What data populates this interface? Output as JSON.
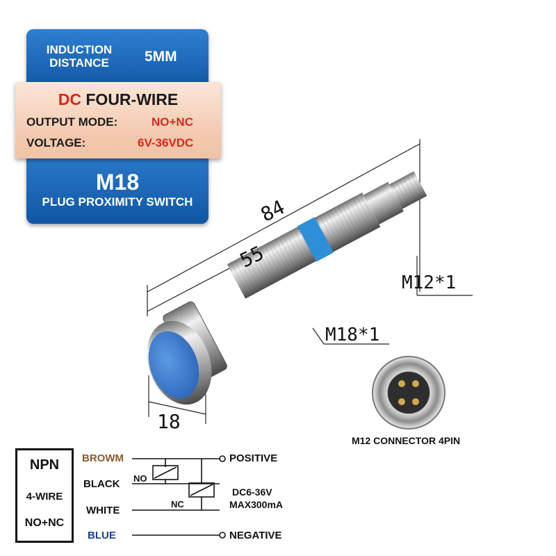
{
  "spec_panel": {
    "induction_label": "INDUCTION DISTANCE",
    "induction_value": "5MM",
    "title_dc": "DC",
    "title_rest": "FOUR-WIRE",
    "output_mode_label": "OUTPUT MODE:",
    "output_mode_value": "NO+NC",
    "voltage_label": "VOLTAGE:",
    "voltage_value": "6V-36VDC",
    "model": "M18",
    "product_name": "PLUG PROXIMITY SWITCH"
  },
  "dimensions": {
    "total_length": "84",
    "body_length": "55",
    "diameter": "18",
    "plug_thread": "M12*1",
    "body_thread": "M18*1"
  },
  "connector": {
    "label": "M12 CONNECTOR 4PIN"
  },
  "wiring": {
    "type": "NPN",
    "wires": "4-WIRE",
    "mode": "NO+NC",
    "brown": "BROWM",
    "black": "BLACK",
    "white": "WHITE",
    "blue": "BLUE",
    "positive": "POSITIVE",
    "negative": "NEGATIVE",
    "no": "NO",
    "nc": "NC",
    "supply": "DC6-36V",
    "current": "MAX300mA"
  },
  "colors": {
    "panel_blue": "#135aa8",
    "panel_peach": "#f3c9ae",
    "accent_red": "#d9261c",
    "sensor_face": "#3b7fd3",
    "brown_wire": "#8b5a2b",
    "blue_wire": "#1d3f8f"
  }
}
